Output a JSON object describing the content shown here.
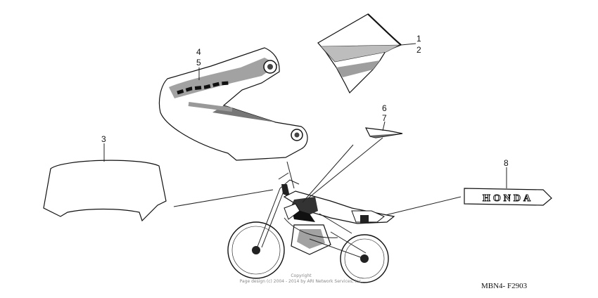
{
  "callouts": {
    "c1": "1",
    "c2": "2",
    "c3": "3",
    "c4": "4",
    "c5": "5",
    "c6": "6",
    "c7": "7",
    "c8": "8"
  },
  "emblem_text": "HONDA",
  "copyright": {
    "line1": "Copyright",
    "line2": "Page design (c) 2004 - 2014 by ARI Network Services, Inc."
  },
  "diagram_ref": "MBN4- F2903"
}
